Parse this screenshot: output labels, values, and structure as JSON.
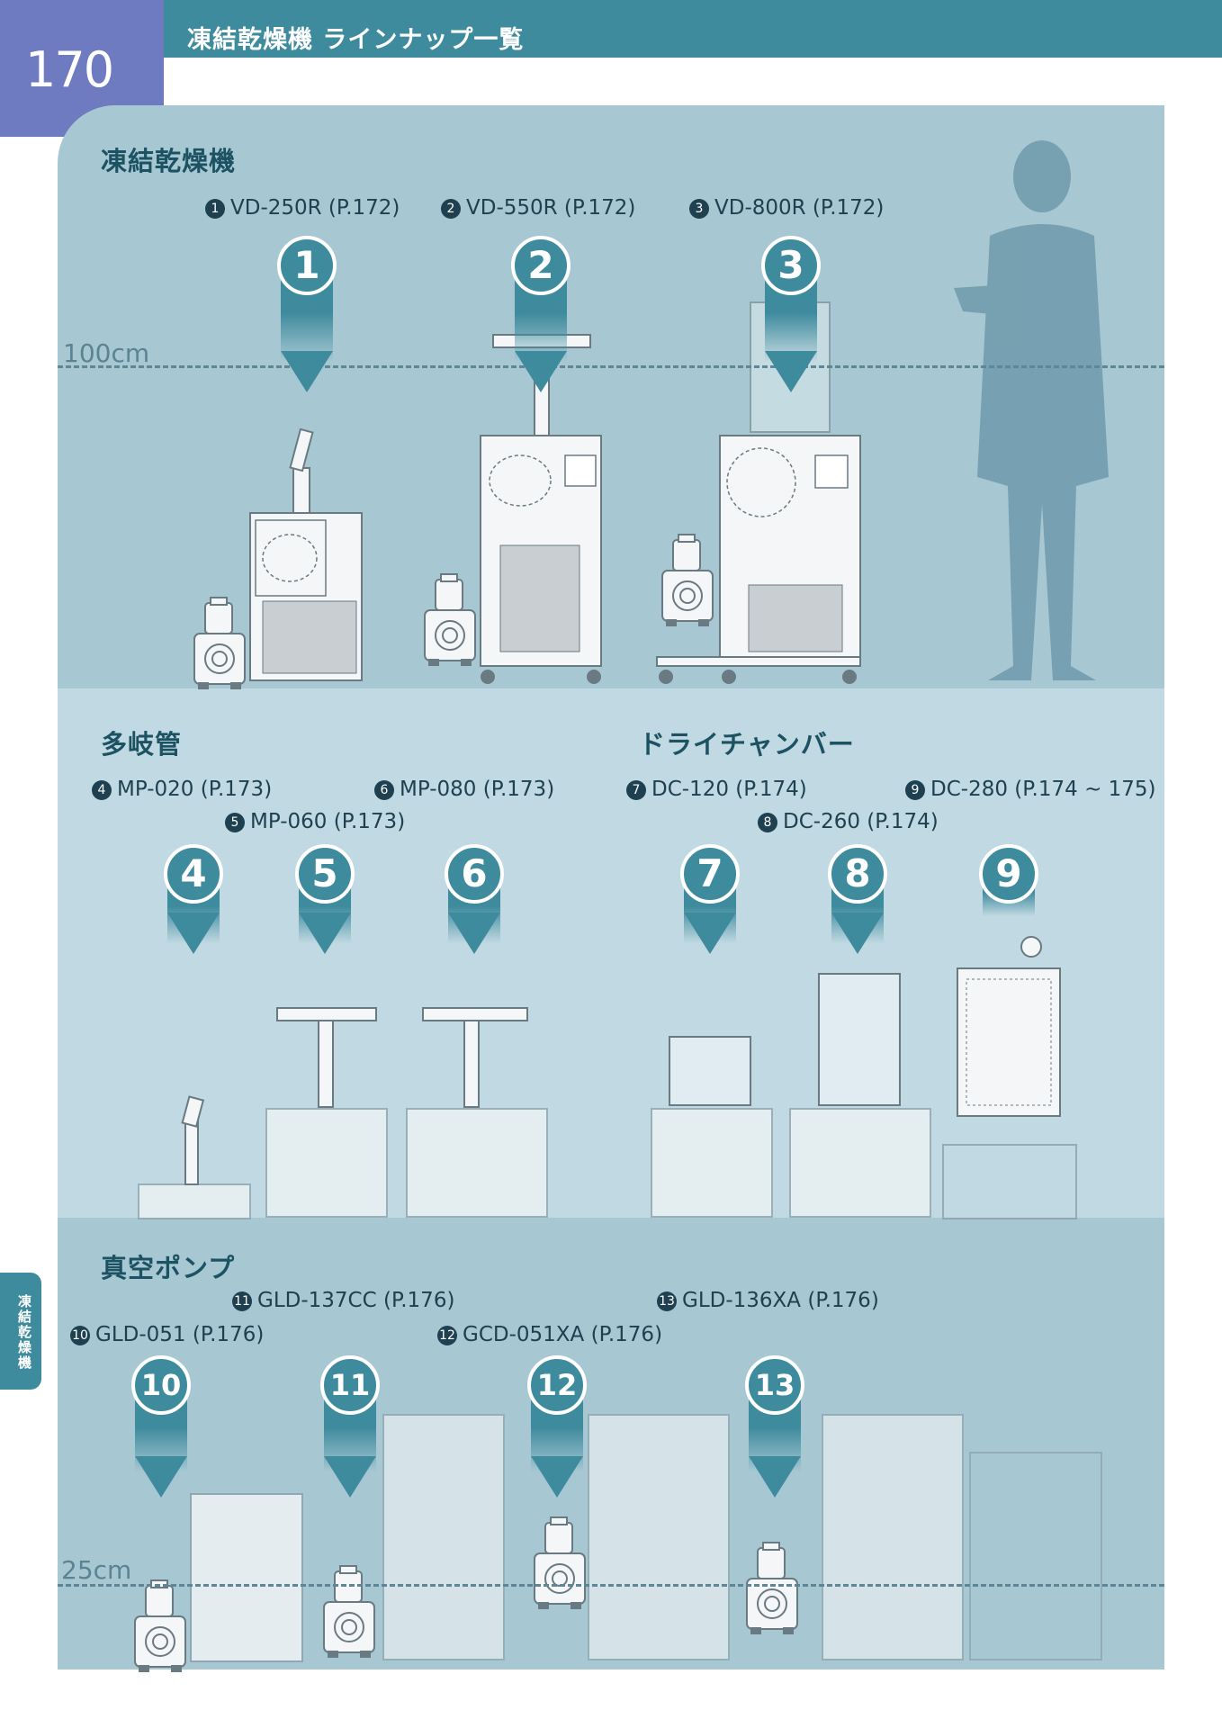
{
  "header": {
    "title": "凍結乾燥機 ラインナップ一覧",
    "page_number": "170"
  },
  "side_tab": {
    "label": "凍結乾燥機"
  },
  "sections": {
    "freeze_dryers": {
      "title": "凍結乾燥機"
    },
    "manifolds": {
      "title": "多岐管"
    },
    "dry_chambers": {
      "title": "ドライチャンバー"
    },
    "vacuum_pumps": {
      "title": "真空ポンプ"
    }
  },
  "height_marks": {
    "h100": "100cm",
    "h25": "25cm"
  },
  "products": [
    {
      "no": "1",
      "glyph": "❶",
      "label": "VD-250R (P.172)"
    },
    {
      "no": "2",
      "glyph": "❷",
      "label": "VD-550R (P.172)"
    },
    {
      "no": "3",
      "glyph": "❸",
      "label": "VD-800R (P.172)"
    },
    {
      "no": "4",
      "glyph": "❹",
      "label": "MP-020 (P.173)"
    },
    {
      "no": "5",
      "glyph": "❺",
      "label": "MP-060 (P.173)"
    },
    {
      "no": "6",
      "glyph": "❻",
      "label": "MP-080 (P.173)"
    },
    {
      "no": "7",
      "glyph": "❼",
      "label": "DC-120 (P.174)"
    },
    {
      "no": "8",
      "glyph": "❽",
      "label": "DC-260 (P.174)"
    },
    {
      "no": "9",
      "glyph": "❾",
      "label": "DC-280 (P.174 ~ 175)"
    },
    {
      "no": "10",
      "glyph": "❿",
      "label": "GLD-051 (P.176)"
    },
    {
      "no": "11",
      "glyph": "⓫",
      "label": "GLD-137CC (P.176)"
    },
    {
      "no": "12",
      "glyph": "⓬",
      "label": "GCD-051XA (P.176)"
    },
    {
      "no": "13",
      "glyph": "⓭",
      "label": "GLD-136XA (P.176)"
    }
  ],
  "colors": {
    "accent": "#3f8b9e",
    "page_tab": "#6e7bc0",
    "panel_dark": "#a7c8d3",
    "panel_light": "#c0d9e2",
    "text_dark": "#1e4050",
    "silhouette": "#6f9aab"
  },
  "icons": {
    "silhouette": "person-silhouette-icon"
  }
}
